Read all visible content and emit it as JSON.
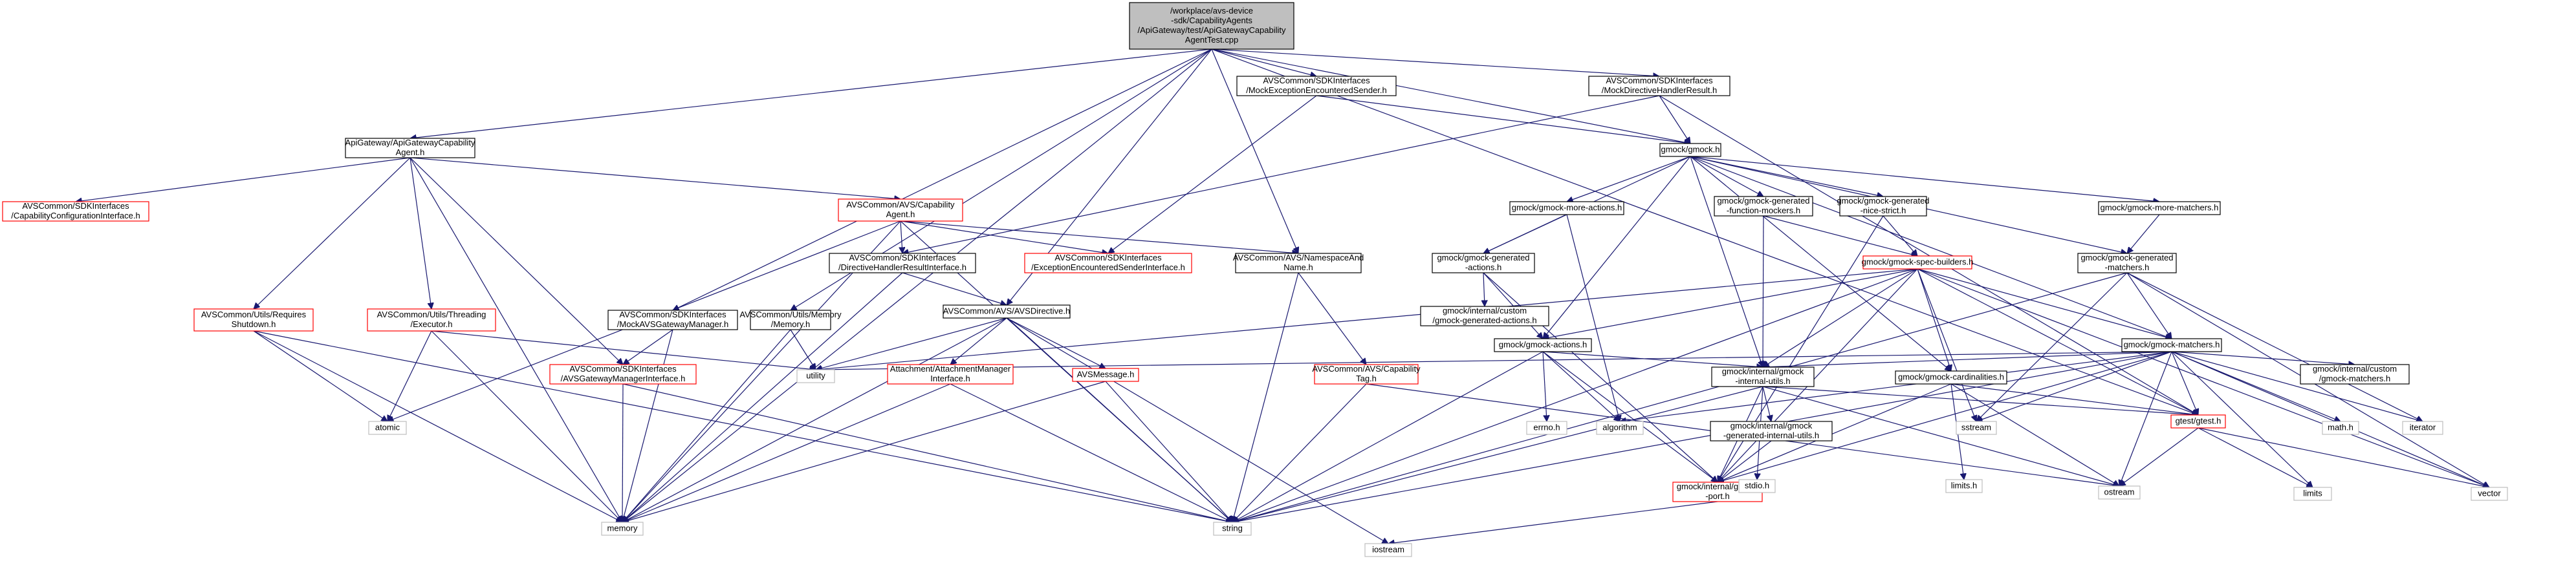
{
  "nodes": [
    {
      "id": "root",
      "lines": [
        "/workplace/avs-device",
        "-sdk/CapabilityAgents",
        "/ApiGateway/test/ApiGatewayCapability",
        "AgentTest.cpp"
      ],
      "style": "root"
    },
    {
      "id": "apigw",
      "lines": [
        "ApiGateway/ApiGatewayCapability",
        "Agent.h"
      ],
      "style": "black"
    },
    {
      "id": "mockexc",
      "lines": [
        "AVSCommon/SDKInterfaces",
        "/MockExceptionEncounteredSender.h"
      ],
      "style": "black"
    },
    {
      "id": "mockdir",
      "lines": [
        "AVSCommon/SDKInterfaces",
        "/MockDirectiveHandlerResult.h"
      ],
      "style": "black"
    },
    {
      "id": "gmock",
      "lines": [
        "gmock/gmock.h"
      ],
      "style": "black"
    },
    {
      "id": "capcfg",
      "lines": [
        "AVSCommon/SDKInterfaces",
        "/CapabilityConfigurationInterface.h"
      ],
      "style": "red"
    },
    {
      "id": "capagent",
      "lines": [
        "AVSCommon/AVS/Capability",
        "Agent.h"
      ],
      "style": "red"
    },
    {
      "id": "dhri",
      "lines": [
        "AVSCommon/SDKInterfaces",
        "/DirectiveHandlerResultInterface.h"
      ],
      "style": "black"
    },
    {
      "id": "eesi",
      "lines": [
        "AVSCommon/SDKInterfaces",
        "/ExceptionEncounteredSenderInterface.h"
      ],
      "style": "red"
    },
    {
      "id": "nsname",
      "lines": [
        "AVSCommon/AVS/NamespaceAnd",
        "Name.h"
      ],
      "style": "black"
    },
    {
      "id": "gmoreact",
      "lines": [
        "gmock/gmock-more-actions.h"
      ],
      "style": "black"
    },
    {
      "id": "gfuncmock",
      "lines": [
        "gmock/gmock-generated",
        "-function-mockers.h"
      ],
      "style": "black"
    },
    {
      "id": "gnicestrict",
      "lines": [
        "gmock/gmock-generated",
        "-nice-strict.h"
      ],
      "style": "black"
    },
    {
      "id": "gmorematch",
      "lines": [
        "gmock/gmock-more-matchers.h"
      ],
      "style": "black"
    },
    {
      "id": "reqshut",
      "lines": [
        "AVSCommon/Utils/Requires",
        "Shutdown.h"
      ],
      "style": "red"
    },
    {
      "id": "executor",
      "lines": [
        "AVSCommon/Utils/Threading",
        "/Executor.h"
      ],
      "style": "red"
    },
    {
      "id": "mockavsgw",
      "lines": [
        "AVSCommon/SDKInterfaces",
        "/MockAVSGatewayManager.h"
      ],
      "style": "black"
    },
    {
      "id": "utilmem",
      "lines": [
        "AVSCommon/Utils/Memory",
        "/Memory.h"
      ],
      "style": "black"
    },
    {
      "id": "avsdir",
      "lines": [
        "AVSCommon/AVS/AVSDirective.h"
      ],
      "style": "black"
    },
    {
      "id": "ggenact",
      "lines": [
        "gmock/gmock-generated",
        "-actions.h"
      ],
      "style": "black"
    },
    {
      "id": "gspec",
      "lines": [
        "gmock/gmock-spec-builders.h"
      ],
      "style": "red"
    },
    {
      "id": "ggenmatch",
      "lines": [
        "gmock/gmock-generated",
        "-matchers.h"
      ],
      "style": "black"
    },
    {
      "id": "gcustomact",
      "lines": [
        "gmock/internal/custom",
        "/gmock-generated-actions.h"
      ],
      "style": "black"
    },
    {
      "id": "gactions",
      "lines": [
        "gmock/gmock-actions.h"
      ],
      "style": "black"
    },
    {
      "id": "gmatchers",
      "lines": [
        "gmock/gmock-matchers.h"
      ],
      "style": "black"
    },
    {
      "id": "avsgwmi",
      "lines": [
        "AVSCommon/SDKInterfaces",
        "/AVSGatewayManagerInterface.h"
      ],
      "style": "red"
    },
    {
      "id": "attmgr",
      "lines": [
        "Attachment/AttachmentManager",
        "Interface.h"
      ],
      "style": "red"
    },
    {
      "id": "avsmsg",
      "lines": [
        "AVSMessage.h"
      ],
      "style": "red"
    },
    {
      "id": "captag",
      "lines": [
        "AVSCommon/AVS/Capability",
        "Tag.h"
      ],
      "style": "red"
    },
    {
      "id": "ginternalutils",
      "lines": [
        "gmock/internal/gmock",
        "-internal-utils.h"
      ],
      "style": "black"
    },
    {
      "id": "gcard",
      "lines": [
        "gmock/gmock-cardinalities.h"
      ],
      "style": "black"
    },
    {
      "id": "gcustommatch",
      "lines": [
        "gmock/internal/custom",
        "/gmock-matchers.h"
      ],
      "style": "black"
    },
    {
      "id": "ggenint",
      "lines": [
        "gmock/internal/gmock",
        "-generated-internal-utils.h"
      ],
      "style": "black"
    },
    {
      "id": "gtest",
      "lines": [
        "gtest/gtest.h"
      ],
      "style": "red"
    },
    {
      "id": "gport",
      "lines": [
        "gmock/internal/gmock",
        "-port.h"
      ],
      "style": "red"
    },
    {
      "id": "atomic",
      "lines": [
        "atomic"
      ],
      "style": "plain"
    },
    {
      "id": "utility",
      "lines": [
        "utility"
      ],
      "style": "plain"
    },
    {
      "id": "memory",
      "lines": [
        "memory"
      ],
      "style": "plain"
    },
    {
      "id": "string",
      "lines": [
        "string"
      ],
      "style": "plain"
    },
    {
      "id": "errno",
      "lines": [
        "errno.h"
      ],
      "style": "plain"
    },
    {
      "id": "algorithm",
      "lines": [
        "algorithm"
      ],
      "style": "plain"
    },
    {
      "id": "stdio",
      "lines": [
        "stdio.h"
      ],
      "style": "plain"
    },
    {
      "id": "climits",
      "lines": [
        "limits.h"
      ],
      "style": "plain"
    },
    {
      "id": "sstream",
      "lines": [
        "sstream"
      ],
      "style": "plain"
    },
    {
      "id": "math",
      "lines": [
        "math.h"
      ],
      "style": "plain"
    },
    {
      "id": "iterator",
      "lines": [
        "iterator"
      ],
      "style": "plain"
    },
    {
      "id": "ostream",
      "lines": [
        "ostream"
      ],
      "style": "plain"
    },
    {
      "id": "limits",
      "lines": [
        "limits"
      ],
      "style": "plain"
    },
    {
      "id": "vector",
      "lines": [
        "vector"
      ],
      "style": "plain"
    },
    {
      "id": "iostream",
      "lines": [
        "iostream"
      ],
      "style": "plain"
    }
  ],
  "edges": [
    [
      "root",
      "apigw"
    ],
    [
      "root",
      "mockexc"
    ],
    [
      "root",
      "mockdir"
    ],
    [
      "root",
      "gmock"
    ],
    [
      "root",
      "memory"
    ],
    [
      "root",
      "utilmem"
    ],
    [
      "root",
      "avsdir"
    ],
    [
      "root",
      "nsname"
    ],
    [
      "root",
      "mockavsgw"
    ],
    [
      "root",
      "gtest"
    ],
    [
      "apigw",
      "capcfg"
    ],
    [
      "apigw",
      "capagent"
    ],
    [
      "apigw",
      "reqshut"
    ],
    [
      "apigw",
      "executor"
    ],
    [
      "apigw",
      "avsgwmi"
    ],
    [
      "apigw",
      "memory"
    ],
    [
      "mockexc",
      "eesi"
    ],
    [
      "mockexc",
      "gmock"
    ],
    [
      "mockdir",
      "dhri"
    ],
    [
      "mockdir",
      "gmock"
    ],
    [
      "mockdir",
      "gtest"
    ],
    [
      "gmock",
      "gmoreact"
    ],
    [
      "gmock",
      "gfuncmock"
    ],
    [
      "gmock",
      "gnicestrict"
    ],
    [
      "gmock",
      "gmorematch"
    ],
    [
      "gmock",
      "ggenact"
    ],
    [
      "gmock",
      "ggenmatch"
    ],
    [
      "gmock",
      "gactions"
    ],
    [
      "gmock",
      "gmatchers"
    ],
    [
      "gmock",
      "ginternalutils"
    ],
    [
      "gmock",
      "gcard"
    ],
    [
      "capagent",
      "dhri"
    ],
    [
      "capagent",
      "eesi"
    ],
    [
      "capagent",
      "nsname"
    ],
    [
      "capagent",
      "atomic"
    ],
    [
      "capagent",
      "memory"
    ],
    [
      "capagent",
      "string"
    ],
    [
      "dhri",
      "avsdir"
    ],
    [
      "dhri",
      "memory"
    ],
    [
      "nsname",
      "string"
    ],
    [
      "nsname",
      "captag"
    ],
    [
      "reqshut",
      "atomic"
    ],
    [
      "reqshut",
      "memory"
    ],
    [
      "reqshut",
      "string"
    ],
    [
      "executor",
      "atomic"
    ],
    [
      "executor",
      "memory"
    ],
    [
      "executor",
      "utility"
    ],
    [
      "mockavsgw",
      "avsgwmi"
    ],
    [
      "mockavsgw",
      "memory"
    ],
    [
      "utilmem",
      "memory"
    ],
    [
      "utilmem",
      "utility"
    ],
    [
      "avsdir",
      "attmgr"
    ],
    [
      "avsdir",
      "avsmsg"
    ],
    [
      "avsdir",
      "memory"
    ],
    [
      "avsdir",
      "string"
    ],
    [
      "avsdir",
      "utility"
    ],
    [
      "avsdir",
      "iostream"
    ],
    [
      "avsgwmi",
      "memory"
    ],
    [
      "avsgwmi",
      "string"
    ],
    [
      "attmgr",
      "memory"
    ],
    [
      "attmgr",
      "string"
    ],
    [
      "avsmsg",
      "memory"
    ],
    [
      "avsmsg",
      "string"
    ],
    [
      "captag",
      "string"
    ],
    [
      "captag",
      "ostream"
    ],
    [
      "gmoreact",
      "ggenact"
    ],
    [
      "gmoreact",
      "algorithm"
    ],
    [
      "gfuncmock",
      "gspec"
    ],
    [
      "gfuncmock",
      "ginternalutils"
    ],
    [
      "gnicestrict",
      "gspec"
    ],
    [
      "gnicestrict",
      "gport"
    ],
    [
      "gmorematch",
      "ggenmatch"
    ],
    [
      "ggenact",
      "gactions"
    ],
    [
      "ggenact",
      "gcustomact"
    ],
    [
      "ggenact",
      "gport"
    ],
    [
      "gspec",
      "gactions"
    ],
    [
      "gspec",
      "gcard"
    ],
    [
      "gspec",
      "gmatchers"
    ],
    [
      "gspec",
      "ginternalutils"
    ],
    [
      "gspec",
      "gtest"
    ],
    [
      "gspec",
      "sstream"
    ],
    [
      "gspec",
      "string"
    ],
    [
      "gspec",
      "vector"
    ],
    [
      "gspec",
      "utility"
    ],
    [
      "gspec",
      "gport"
    ],
    [
      "ggenmatch",
      "gmatchers"
    ],
    [
      "ggenmatch",
      "sstream"
    ],
    [
      "ggenmatch",
      "string"
    ],
    [
      "ggenmatch",
      "vector"
    ],
    [
      "ggenmatch",
      "iterator"
    ],
    [
      "gactions",
      "ginternalutils"
    ],
    [
      "gactions",
      "gport"
    ],
    [
      "gactions",
      "errno"
    ],
    [
      "gactions",
      "algorithm"
    ],
    [
      "gactions",
      "string"
    ],
    [
      "gmatchers",
      "ginternalutils"
    ],
    [
      "gmatchers",
      "gtest"
    ],
    [
      "gmatchers",
      "gcustommatch"
    ],
    [
      "gmatchers",
      "gport"
    ],
    [
      "gmatchers",
      "algorithm"
    ],
    [
      "gmatchers",
      "sstream"
    ],
    [
      "gmatchers",
      "math"
    ],
    [
      "gmatchers",
      "iterator"
    ],
    [
      "gmatchers",
      "limits"
    ],
    [
      "gmatchers",
      "ostream"
    ],
    [
      "gmatchers",
      "string"
    ],
    [
      "gmatchers",
      "utility"
    ],
    [
      "gmatchers",
      "vector"
    ],
    [
      "ginternalutils",
      "ggenint"
    ],
    [
      "ginternalutils",
      "gport"
    ],
    [
      "ginternalutils",
      "gtest"
    ],
    [
      "ginternalutils",
      "stdio"
    ],
    [
      "ginternalutils",
      "ostream"
    ],
    [
      "ginternalutils",
      "string"
    ],
    [
      "gcard",
      "gport"
    ],
    [
      "gcard",
      "gtest"
    ],
    [
      "gcard",
      "climits"
    ],
    [
      "gcard",
      "ostream"
    ],
    [
      "ggenint",
      "gport"
    ],
    [
      "gtest",
      "ostream"
    ],
    [
      "gtest",
      "limits"
    ],
    [
      "gtest",
      "vector"
    ],
    [
      "gport",
      "iostream"
    ]
  ]
}
